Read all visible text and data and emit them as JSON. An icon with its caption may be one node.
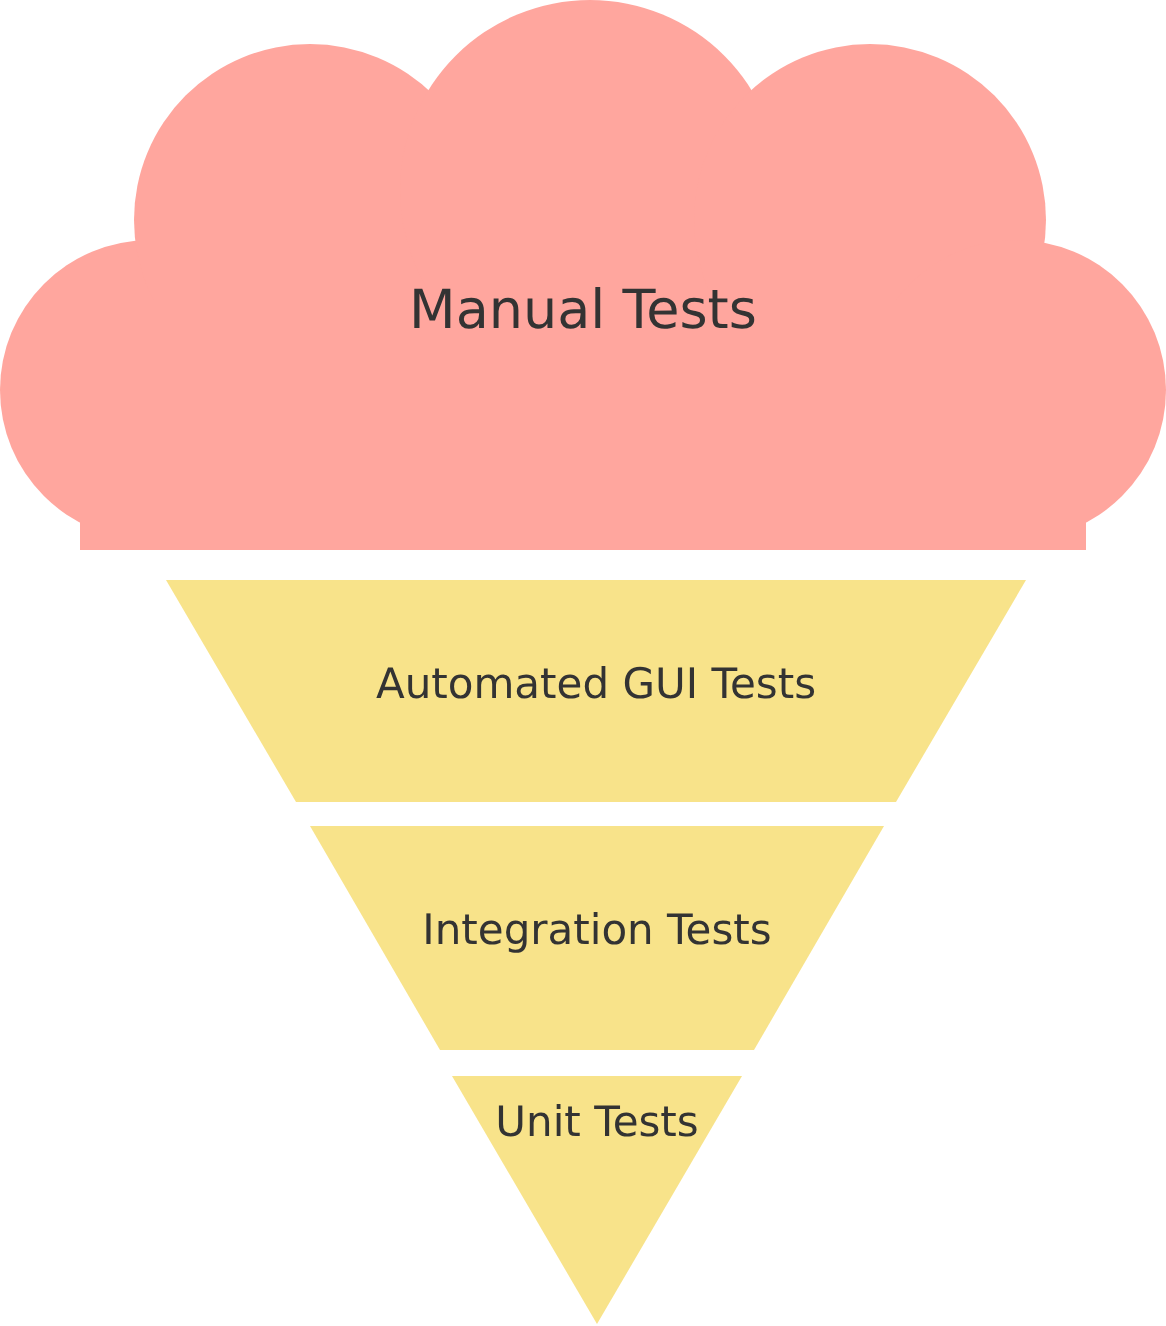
{
  "diagram": {
    "nodes": [
      {
        "text": [
          "Manual Tests"
        ]
      },
      {
        "text": [
          "Automated GUI Tests"
        ]
      },
      {
        "text": [
          "Integration Tests"
        ]
      },
      {
        "text": [
          "Unit Tests"
        ]
      }
    ]
  }
}
